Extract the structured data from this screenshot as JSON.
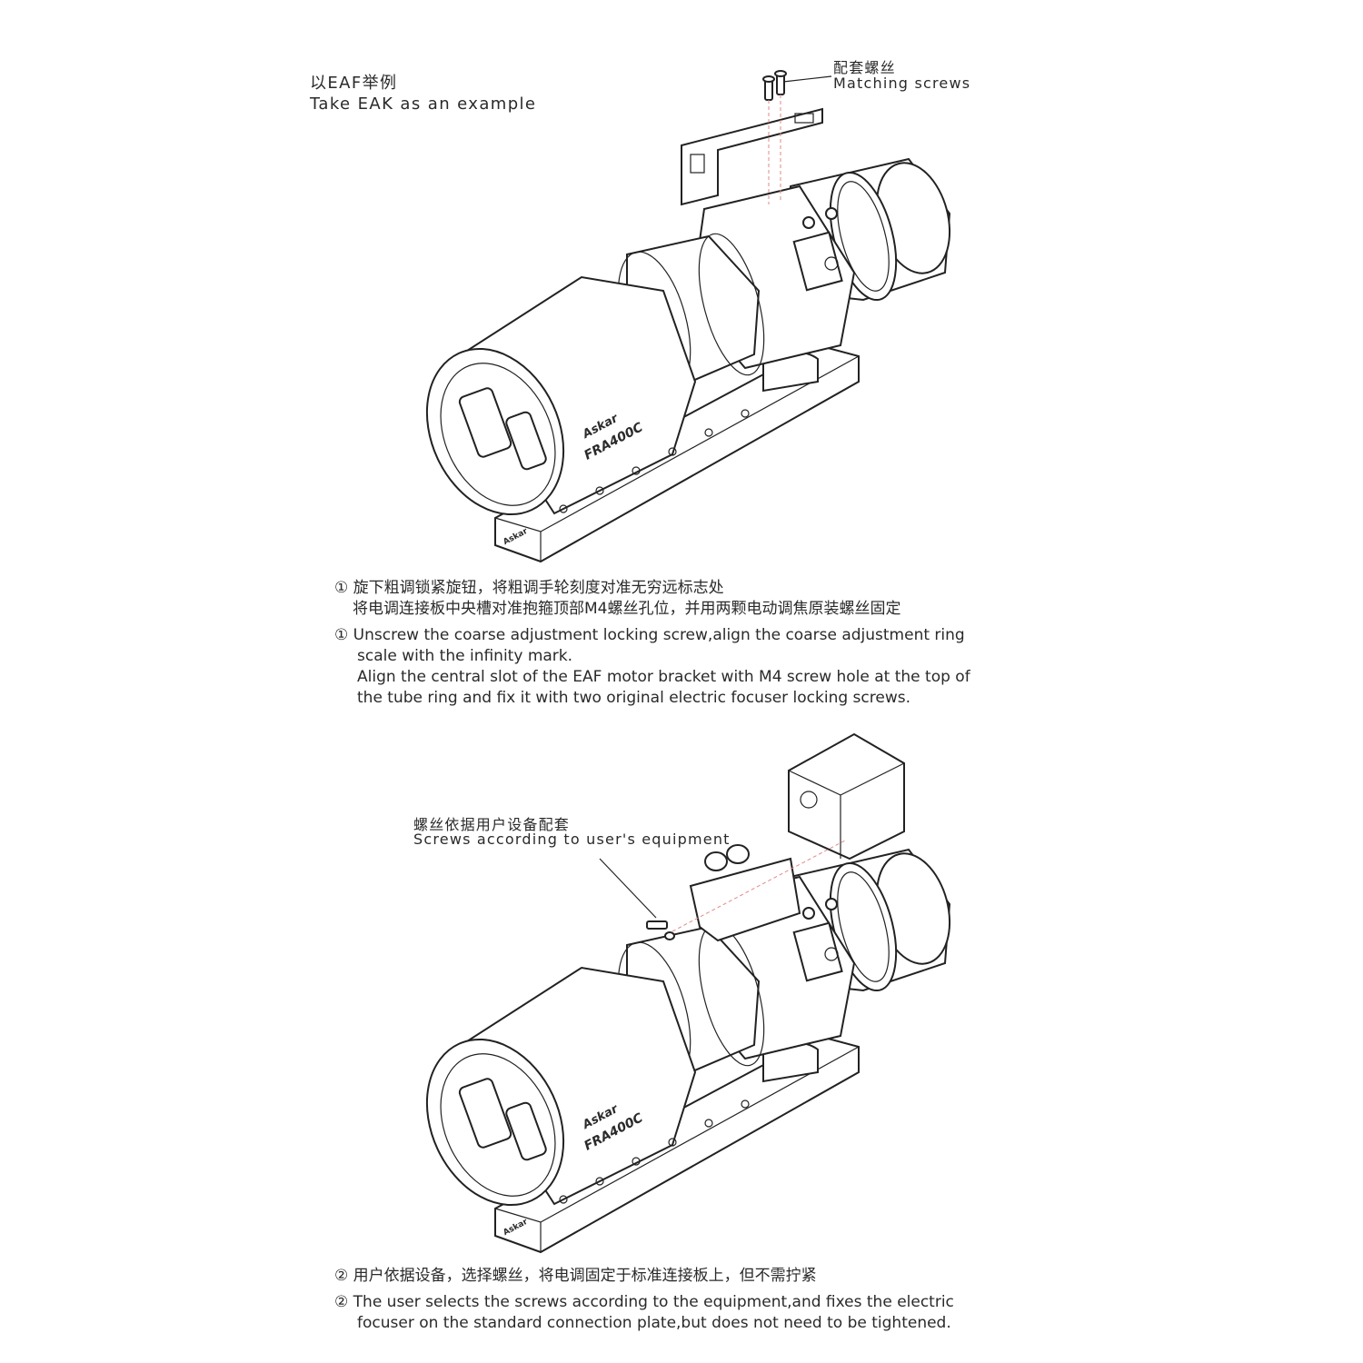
{
  "top_heading": {
    "zh": "以EAF举例",
    "en": "Take EAK as an example"
  },
  "top_callout": {
    "zh": "配套螺丝",
    "en": "Matching screws"
  },
  "bottom_callout": {
    "zh": "螺丝依据用户设备配套",
    "en": "Screws according to user's equipment"
  },
  "step1": {
    "marker": "①",
    "zh_lines": [
      "旋下粗调锁紧旋钮，将粗调手轮刻度对准无穷远标志处",
      "将电调连接板中央槽对准抱箍顶部M4螺丝孔位，并用两颗电动调焦原装螺丝固定"
    ],
    "en_lines": [
      "Unscrew the coarse adjustment locking screw,align the coarse adjustment ring",
      "scale with the infinity mark.",
      "Align the central slot of the EAF motor bracket with M4 screw hole at the top of",
      "the tube ring and fix it with two original electric focuser locking screws."
    ]
  },
  "step2": {
    "marker": "②",
    "zh_lines": [
      "用户依据设备，选择螺丝，将电调固定于标准连接板上，但不需拧紧"
    ],
    "en_lines": [
      "The user selects the screws according to the equipment,and fixes the electric",
      "focuser on the standard connection plate,but does not need to be tightened."
    ]
  },
  "product": {
    "brand": "Askar",
    "model": "FRA400C",
    "plate_brand": "Askar"
  }
}
